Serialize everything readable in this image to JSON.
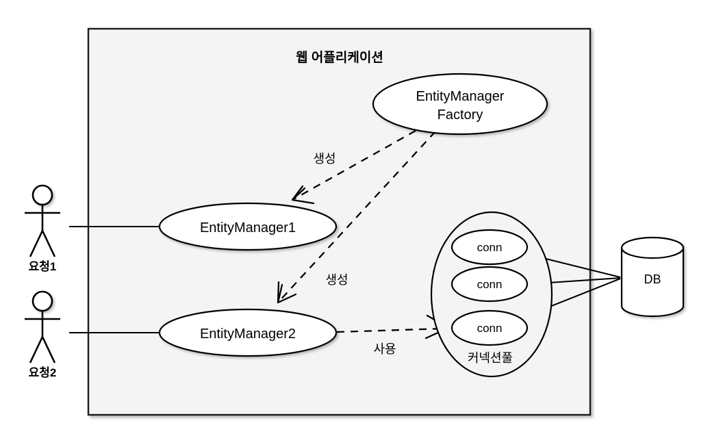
{
  "diagram": {
    "title": "웹 어플리케이션",
    "container": {
      "label": "웹 어플리케이션",
      "fill": "#f4f4f4",
      "stroke": "#1a1a1a"
    },
    "nodes": {
      "factory": {
        "line1": "EntityManager",
        "line2": "Factory"
      },
      "entity_manager_1": {
        "label": "EntityManager1"
      },
      "entity_manager_2": {
        "label": "EntityManager2"
      },
      "connection_pool": {
        "label": "커넥션풀"
      },
      "conn_1": {
        "label": "conn"
      },
      "conn_2": {
        "label": "conn"
      },
      "conn_3": {
        "label": "conn"
      },
      "database": {
        "label": "DB"
      }
    },
    "actors": [
      {
        "label": "요청1"
      },
      {
        "label": "요청2"
      }
    ],
    "edges": [
      {
        "label": "생성",
        "from": "factory",
        "to": "entity_manager_1",
        "style": "dashed"
      },
      {
        "label": "생성",
        "from": "factory",
        "to": "entity_manager_2",
        "style": "dashed"
      },
      {
        "label": "사용",
        "from": "entity_manager_2",
        "to": "conn_3",
        "style": "dashed"
      }
    ],
    "colors": {
      "background": "#ffffff",
      "container_fill": "#f4f4f4",
      "shape_fill": "#ffffff",
      "stroke": "#000000"
    }
  }
}
